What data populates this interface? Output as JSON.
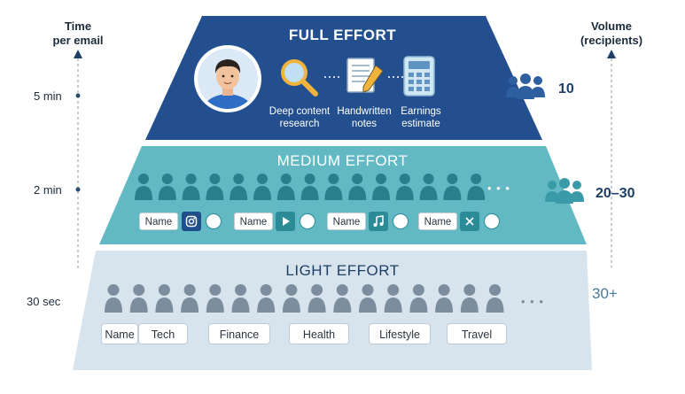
{
  "left_axis": {
    "title_line1": "Time",
    "title_line2": "per email",
    "ticks": [
      "5 min",
      "2 min",
      "30 sec"
    ]
  },
  "right_axis": {
    "title_line1": "Volume",
    "title_line2": "(recipients)"
  },
  "tiers": {
    "full": {
      "title": "FULL EFFORT",
      "tools": [
        {
          "line1": "Deep content",
          "line2": "research",
          "icon": "magnifier-icon"
        },
        {
          "line1": "Handwritten",
          "line2": "notes",
          "icon": "notepad-pencil-icon"
        },
        {
          "line1": "Earnings",
          "line2": "estimate",
          "icon": "calculator-icon"
        }
      ],
      "volume": "10",
      "color": "#234f8e"
    },
    "medium": {
      "title": "MEDIUM EFFORT",
      "chip_label": "Name",
      "ellipsis": "• • •",
      "platforms": [
        "instagram-icon",
        "play-icon",
        "music-note-icon",
        "x-icon"
      ],
      "volume": "20–30",
      "color": "#5fb8c2"
    },
    "light": {
      "title": "LIGHT EFFORT",
      "ellipsis": "• • •",
      "chips": [
        "Name",
        "Tech",
        "Finance",
        "Health",
        "Lifestyle",
        "Travel"
      ],
      "volume": "30+",
      "color": "#d7e3ec"
    }
  }
}
